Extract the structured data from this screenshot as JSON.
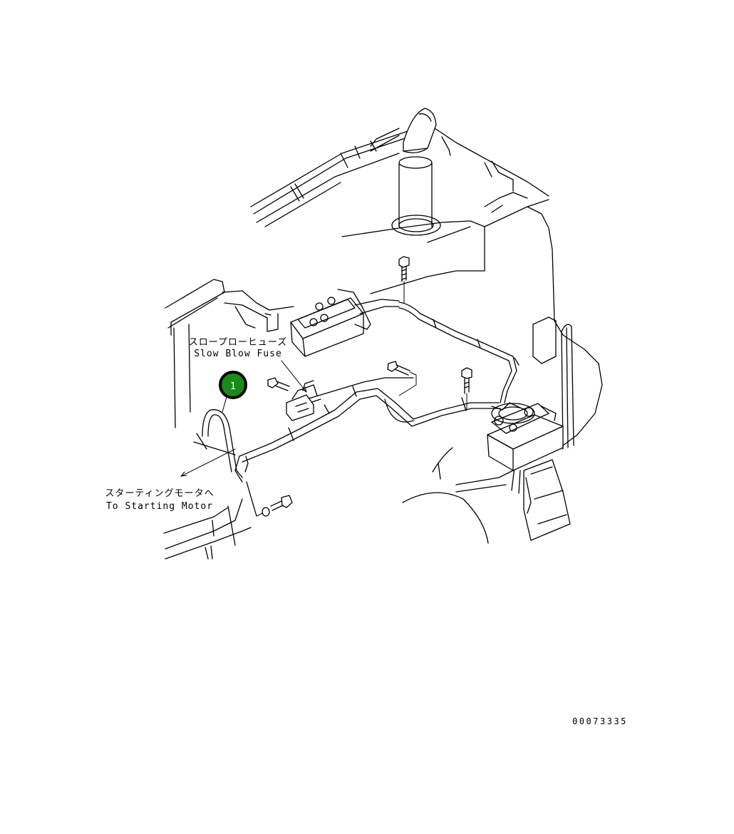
{
  "labels": {
    "slow_blow_fuse_jp": "スロープローヒューズ",
    "slow_blow_fuse_en": "Slow Blow Fuse",
    "starting_motor_jp": "スターティングモータへ",
    "starting_motor_en": "To Starting Motor"
  },
  "callout": {
    "number": "1",
    "color": "#1a8a1a"
  },
  "drawing_number": "00073335"
}
